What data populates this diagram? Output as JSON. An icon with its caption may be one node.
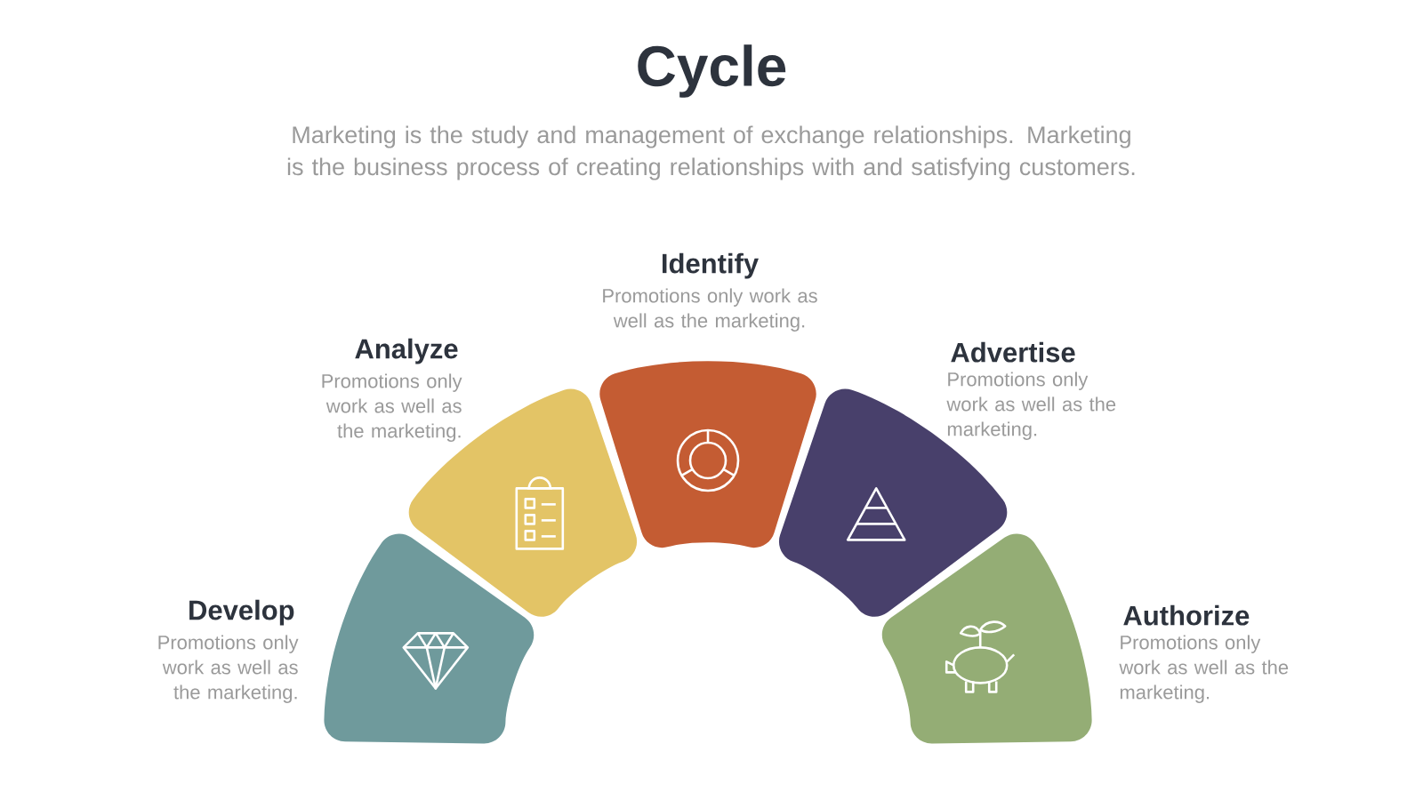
{
  "diagram": {
    "title": "Cycle",
    "nodes": [
      {
        "text": [
          "Develop",
          "Promotions only work as well as the marketing."
        ]
      },
      {
        "text": [
          "Analyze",
          "Promotions only work as well as the marketing."
        ]
      },
      {
        "text": [
          "Identify",
          "Promotions only work as well as the marketing."
        ]
      },
      {
        "text": [
          "Advertise",
          "Promotions only work as well as the marketing."
        ]
      },
      {
        "text": [
          "Authorize",
          "Promotions only work as well as the marketing."
        ]
      }
    ],
    "labels": [
      "Marketing is the study and management of exchange relationships. Marketing is the business process of creating relationships with and satisfying customers."
    ]
  }
}
